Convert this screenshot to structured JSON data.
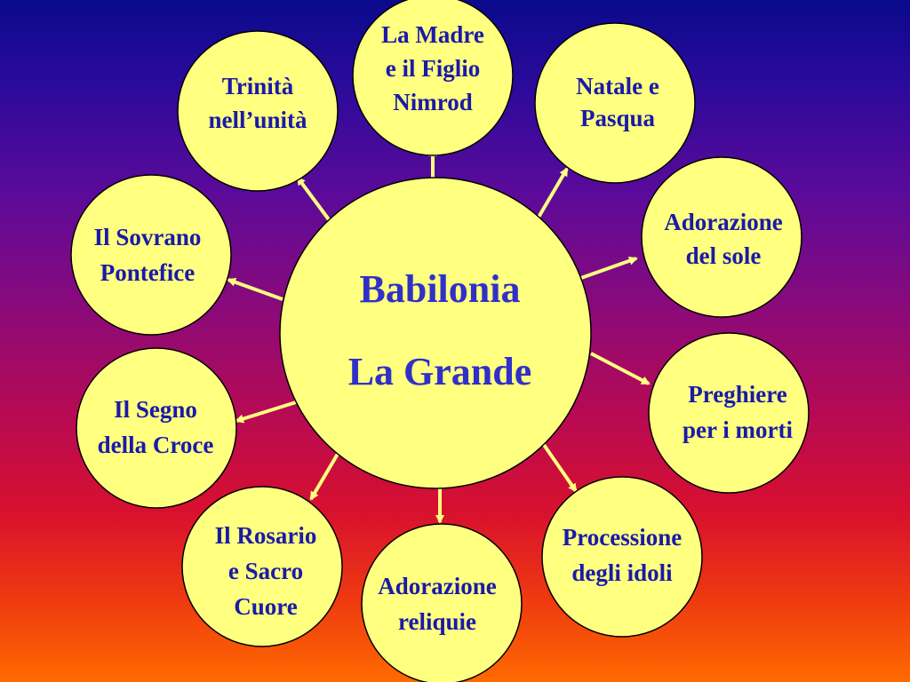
{
  "center": {
    "lines": [
      "Babilonia",
      "La Grande"
    ]
  },
  "nodes": [
    {
      "id": "la-madre",
      "lines": [
        "La Madre",
        "e il Figlio",
        "Nimrod"
      ]
    },
    {
      "id": "natale-pasqua",
      "lines": [
        "Natale e",
        "Pasqua"
      ]
    },
    {
      "id": "adorazione-sole",
      "lines": [
        "Adorazione",
        "del sole"
      ]
    },
    {
      "id": "preghiere-morti",
      "lines": [
        "Preghiere",
        "per i morti"
      ]
    },
    {
      "id": "processione-idoli",
      "lines": [
        "Processione",
        "degli idoli"
      ]
    },
    {
      "id": "adorazione-reliquie",
      "lines": [
        "Adorazione",
        "reliquie"
      ]
    },
    {
      "id": "rosario-sacro-cuore",
      "lines": [
        "Il Rosario",
        "e Sacro",
        "Cuore"
      ]
    },
    {
      "id": "segno-croce",
      "lines": [
        "Il Segno",
        "della Croce"
      ]
    },
    {
      "id": "sovrano-pontefice",
      "lines": [
        "Il Sovrano",
        "Pontefice"
      ]
    },
    {
      "id": "trinita-unita",
      "lines": [
        "Trinità",
        "nell’unità"
      ]
    }
  ],
  "colors": {
    "circle_fill": "#ffff80",
    "circle_stroke": "#000000",
    "arrow": "#ffff80",
    "node_text": "#1a1aa8",
    "center_text": "#3030c8"
  }
}
